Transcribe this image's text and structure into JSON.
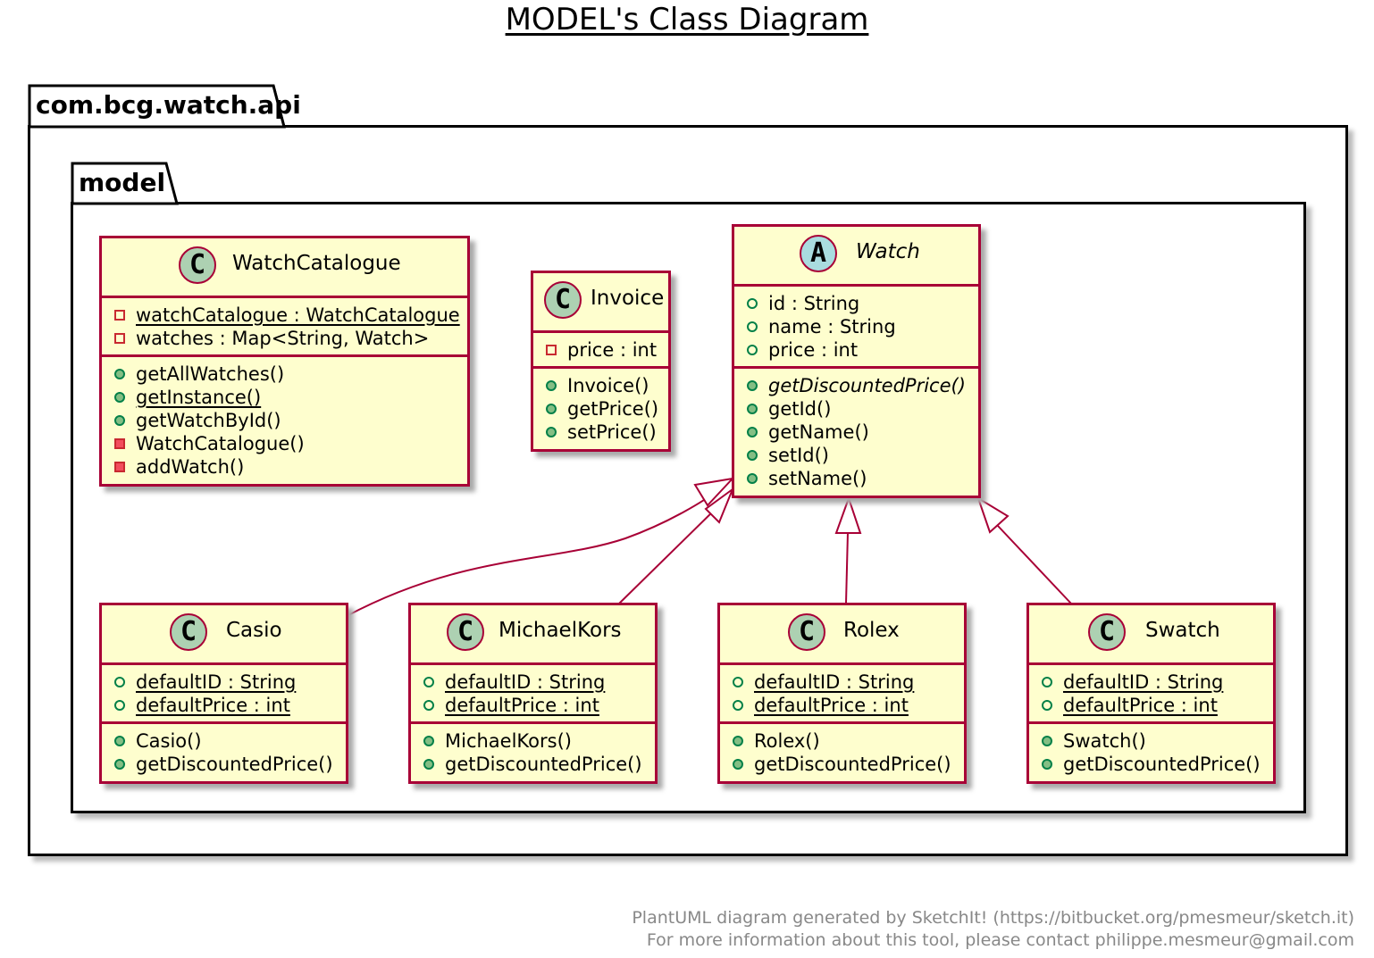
{
  "title": "MODEL's Class Diagram",
  "colors": {
    "class_fill": "#FEFECE",
    "class_border": "#A80036",
    "class_badge": "#ADD1B2",
    "abstract_badge": "#A9DCDF",
    "public_icon": "#038048",
    "private_icon": "#C82930"
  },
  "packages": {
    "outer": {
      "name": "com.bcg.watch.api"
    },
    "inner": {
      "name": "model"
    }
  },
  "classes": {
    "watchcatalogue": {
      "badge": "C",
      "name": "WatchCatalogue",
      "fields": [
        {
          "vis": "private",
          "text": "watchCatalogue : WatchCatalogue",
          "static": true
        },
        {
          "vis": "private",
          "text": "watches : Map<String, Watch>",
          "static": false
        }
      ],
      "methods": [
        {
          "vis": "public",
          "text": "getAllWatches()",
          "static": false
        },
        {
          "vis": "public",
          "text": "getInstance()",
          "static": true
        },
        {
          "vis": "public",
          "text": "getWatchById()",
          "static": false
        },
        {
          "vis": "private",
          "text": "WatchCatalogue()",
          "static": false
        },
        {
          "vis": "private",
          "text": "addWatch()",
          "static": false
        }
      ]
    },
    "invoice": {
      "badge": "C",
      "name": "Invoice",
      "fields": [
        {
          "vis": "private",
          "text": "price : int",
          "static": false
        }
      ],
      "methods": [
        {
          "vis": "public",
          "text": "Invoice()",
          "static": false
        },
        {
          "vis": "public",
          "text": "getPrice()",
          "static": false
        },
        {
          "vis": "public",
          "text": "setPrice()",
          "static": false
        }
      ]
    },
    "watch": {
      "badge": "A",
      "name": "Watch",
      "fields": [
        {
          "vis": "public",
          "text": "id : String",
          "static": false
        },
        {
          "vis": "public",
          "text": "name : String",
          "static": false
        },
        {
          "vis": "public",
          "text": "price : int",
          "static": false
        }
      ],
      "methods": [
        {
          "vis": "public",
          "text": "getDiscountedPrice()",
          "static": false,
          "abstract": true
        },
        {
          "vis": "public",
          "text": "getId()",
          "static": false
        },
        {
          "vis": "public",
          "text": "getName()",
          "static": false
        },
        {
          "vis": "public",
          "text": "setId()",
          "static": false
        },
        {
          "vis": "public",
          "text": "setName()",
          "static": false
        }
      ]
    },
    "casio": {
      "badge": "C",
      "name": "Casio",
      "fields": [
        {
          "vis": "public",
          "text": "defaultID : String",
          "static": true
        },
        {
          "vis": "public",
          "text": "defaultPrice : int",
          "static": true
        }
      ],
      "methods": [
        {
          "vis": "public",
          "text": "Casio()",
          "static": false
        },
        {
          "vis": "public",
          "text": "getDiscountedPrice()",
          "static": false
        }
      ]
    },
    "michaelkors": {
      "badge": "C",
      "name": "MichaelKors",
      "fields": [
        {
          "vis": "public",
          "text": "defaultID : String",
          "static": true
        },
        {
          "vis": "public",
          "text": "defaultPrice : int",
          "static": true
        }
      ],
      "methods": [
        {
          "vis": "public",
          "text": "MichaelKors()",
          "static": false
        },
        {
          "vis": "public",
          "text": "getDiscountedPrice()",
          "static": false
        }
      ]
    },
    "rolex": {
      "badge": "C",
      "name": "Rolex",
      "fields": [
        {
          "vis": "public",
          "text": "defaultID : String",
          "static": true
        },
        {
          "vis": "public",
          "text": "defaultPrice : int",
          "static": true
        }
      ],
      "methods": [
        {
          "vis": "public",
          "text": "Rolex()",
          "static": false
        },
        {
          "vis": "public",
          "text": "getDiscountedPrice()",
          "static": false
        }
      ]
    },
    "swatch": {
      "badge": "C",
      "name": "Swatch",
      "fields": [
        {
          "vis": "public",
          "text": "defaultID : String",
          "static": true
        },
        {
          "vis": "public",
          "text": "defaultPrice : int",
          "static": true
        }
      ],
      "methods": [
        {
          "vis": "public",
          "text": "Swatch()",
          "static": false
        },
        {
          "vis": "public",
          "text": "getDiscountedPrice()",
          "static": false
        }
      ]
    }
  },
  "relations": [
    {
      "from": "casio",
      "to": "watch",
      "type": "inheritance"
    },
    {
      "from": "michaelkors",
      "to": "watch",
      "type": "inheritance"
    },
    {
      "from": "rolex",
      "to": "watch",
      "type": "inheritance"
    },
    {
      "from": "swatch",
      "to": "watch",
      "type": "inheritance"
    }
  ],
  "footer": {
    "line1": "PlantUML diagram generated by SketchIt! (https://bitbucket.org/pmesmeur/sketch.it)",
    "line2": "For more information about this tool, please contact philippe.mesmeur@gmail.com"
  }
}
